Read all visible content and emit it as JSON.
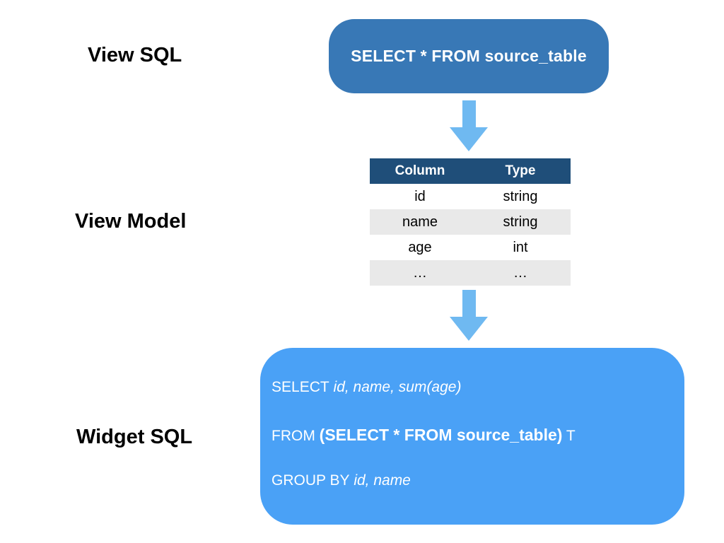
{
  "colors": {
    "pill_blue": "#3878B6",
    "arrow_blue": "#6FB9F1",
    "table_header_bg": "#1F4E79",
    "row_alt_bg": "#E9E9E9",
    "widget_box_bg": "#4AA1F6",
    "text_white": "#FFFFFF",
    "label_black": "#000000"
  },
  "labels": {
    "view_sql": "View SQL",
    "view_model": "View Model",
    "widget_sql": "Widget SQL"
  },
  "view_sql": {
    "query": "SELECT * FROM source_table"
  },
  "view_model": {
    "header": [
      "Column",
      "Type"
    ],
    "rows": [
      [
        "id",
        "string"
      ],
      [
        "name",
        "string"
      ],
      [
        "age",
        "int"
      ],
      [
        "…",
        "…"
      ]
    ]
  },
  "widget_sql": {
    "select_keyword": "SELECT",
    "select_args": " id, name, sum(age)",
    "from_keyword": "FROM ",
    "from_subquery": "(SELECT * FROM source_table)",
    "from_alias": " T",
    "groupby_keyword": "GROUP BY",
    "groupby_args": " id, name"
  }
}
